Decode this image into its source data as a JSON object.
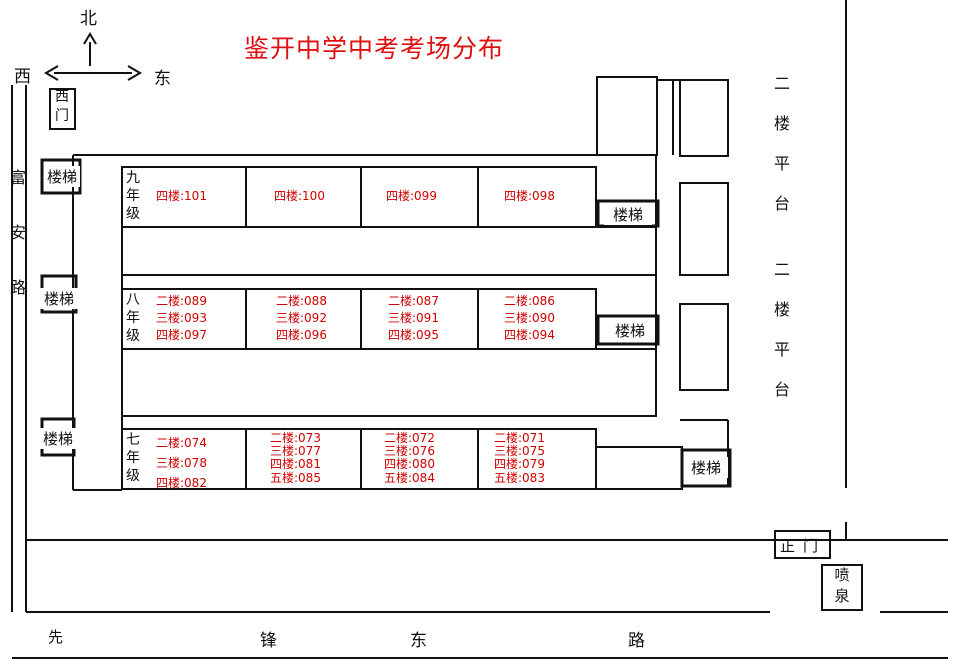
{
  "title": "鉴开中学中考考场分布",
  "compass": {
    "north": "北",
    "west": "西",
    "east": "东"
  },
  "west_gate": "西门",
  "west_road": "富安路",
  "south_road": [
    "先",
    "锋",
    "东",
    "路"
  ],
  "main_gate": "正门",
  "fountain": "喷泉",
  "platforms": [
    [
      "二",
      "楼",
      "平",
      "台"
    ],
    [
      "二",
      "楼",
      "平",
      "台"
    ]
  ],
  "stairs_label": "楼梯",
  "grades": [
    {
      "label": "九年级",
      "rooms": [
        [
          "四楼:101"
        ],
        [
          "四楼:100"
        ],
        [
          "四楼:099"
        ],
        [
          "四楼:098"
        ]
      ]
    },
    {
      "label": "八年级",
      "rooms": [
        [
          "二楼:089",
          "三楼:093",
          "四楼:097"
        ],
        [
          "二楼:088",
          "三楼:092",
          "四楼:096"
        ],
        [
          "二楼:087",
          "三楼:091",
          "四楼:095"
        ],
        [
          "二楼:086",
          "三楼:090",
          "四楼:094"
        ]
      ]
    },
    {
      "label": "七年级",
      "rooms": [
        [
          "二楼:074",
          "三楼:078",
          "四楼:082"
        ],
        [
          "二楼:073",
          "三楼:077",
          "四楼:081",
          "五楼:085"
        ],
        [
          "二楼:072",
          "三楼:076",
          "四楼:080",
          "五楼:084"
        ],
        [
          "二楼:071",
          "三楼:075",
          "四楼:079",
          "五楼:083"
        ]
      ]
    }
  ]
}
